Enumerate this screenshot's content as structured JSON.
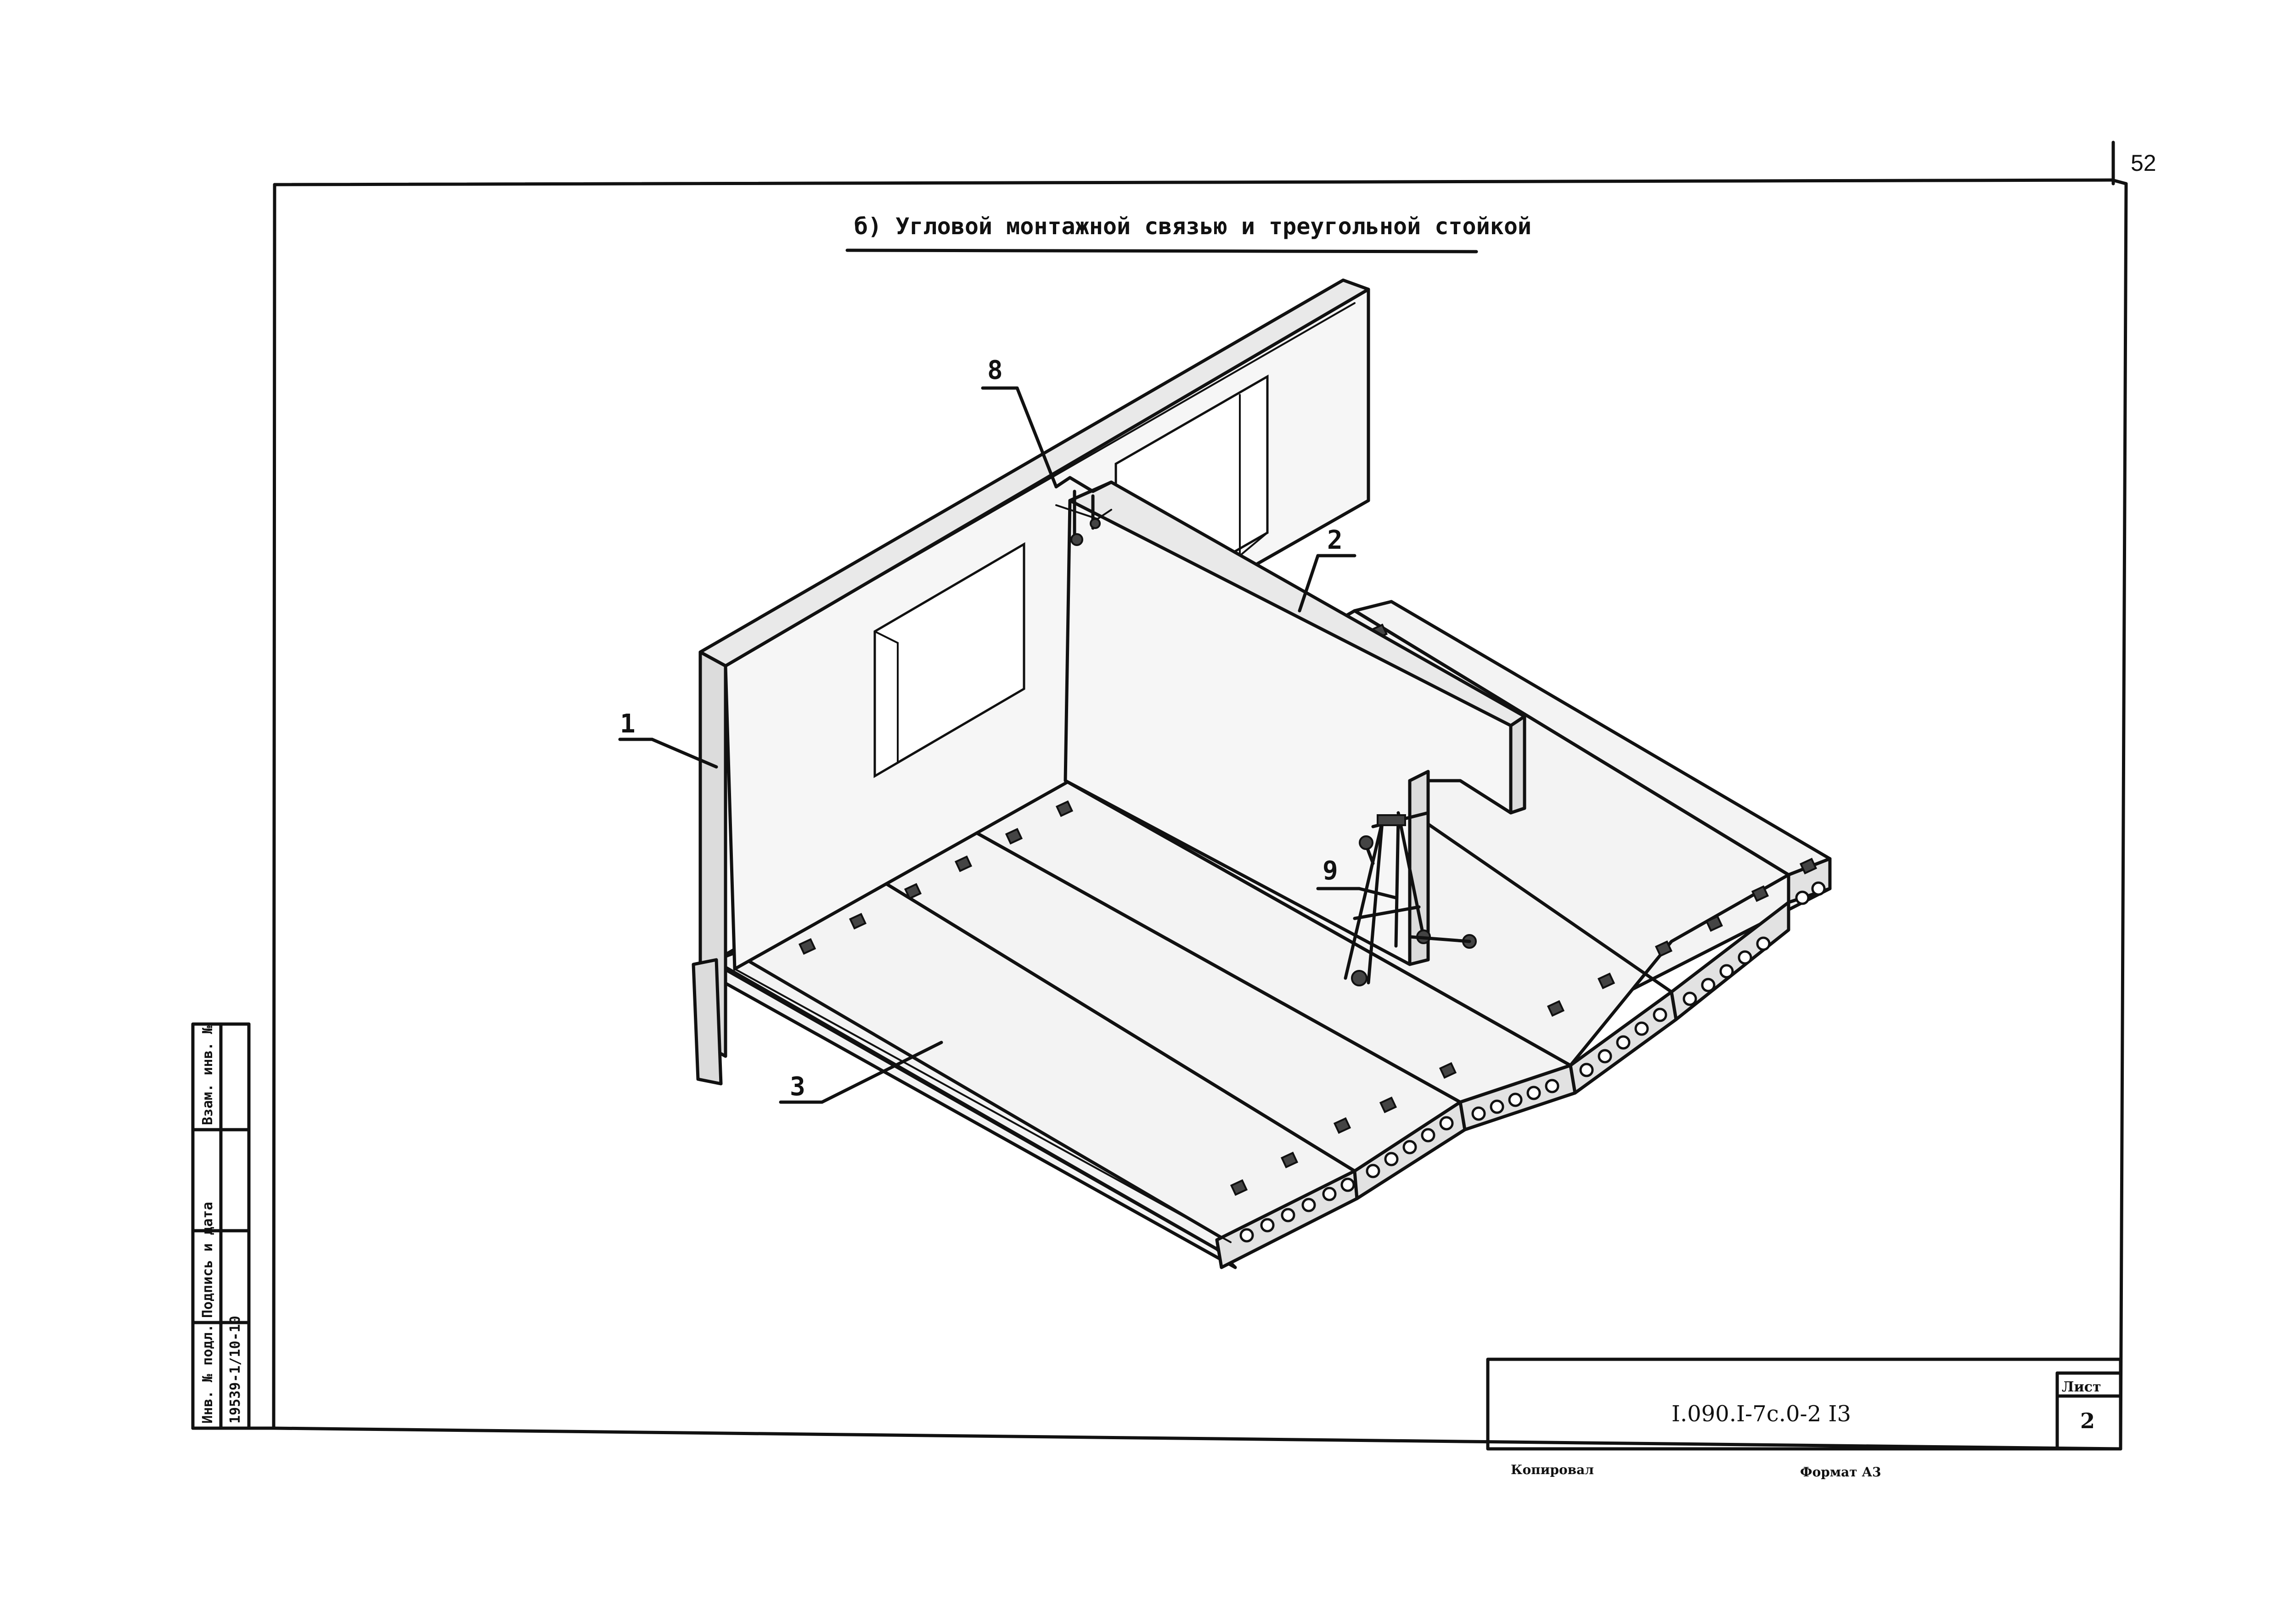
{
  "page_number": "52",
  "title": "б) Угловой монтажной связью и треугольной стойкой",
  "callouts": [
    "1",
    "2",
    "3",
    "8",
    "9"
  ],
  "side_stamp": {
    "cells": [
      "Инв. № подл.",
      "Подпись и дата",
      "Взам. инв. №"
    ],
    "inventory_value": "19539-1/10-10"
  },
  "title_block": {
    "designation": "I.090.I-7с.0-2  I3",
    "sheet_label": "Лист",
    "sheet_number": "2"
  },
  "footer": {
    "copied": "Копировал",
    "format": "Формат А3"
  }
}
